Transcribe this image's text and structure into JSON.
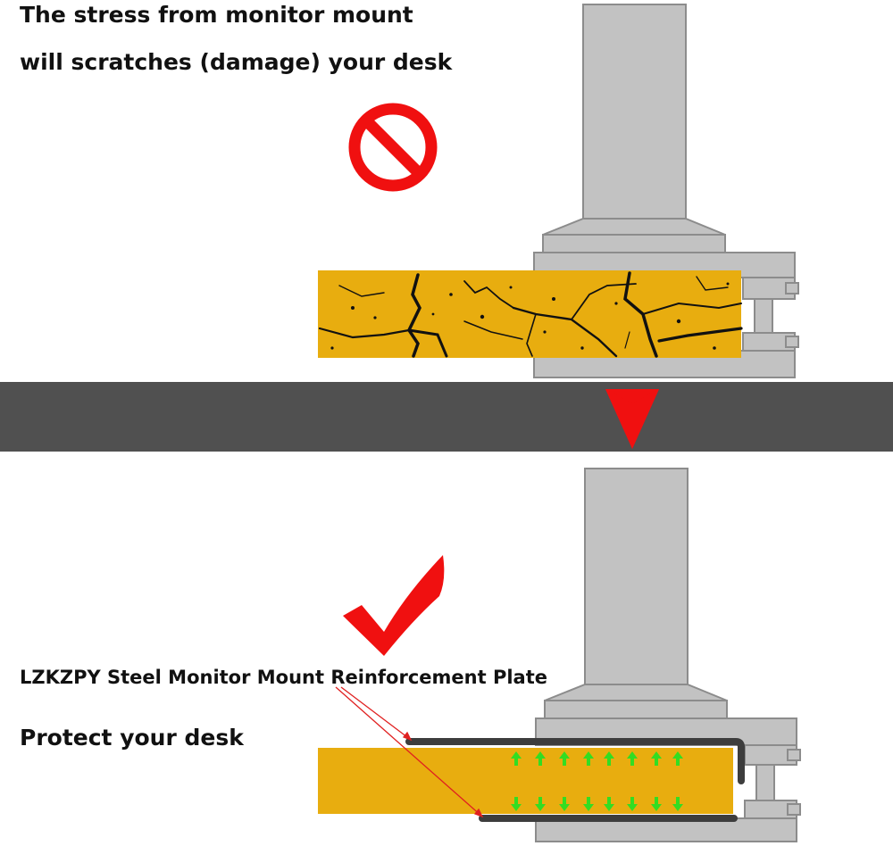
{
  "top_panel": {
    "headline_line1": "The stress from monitor mount",
    "headline_line2": "will scratches (damage) your desk",
    "status_icon": "prohibited-icon"
  },
  "bottom_panel": {
    "plate_label": "LZKZPY Steel Monitor Mount Reinforcement Plate",
    "protect_label": "Protect your desk",
    "status_icon": "checkmark-icon"
  },
  "divider": {
    "icon": "arrow-down-icon"
  },
  "colors": {
    "desk": "#e8ad0f",
    "mount_gray": "#c2c2c2",
    "mount_edge": "#8c8c8c",
    "plate": "#3d3d3d",
    "divider_band": "#505050",
    "warning_red": "#f01010",
    "force_arrows": "#33dd22",
    "crack": "#111111"
  }
}
